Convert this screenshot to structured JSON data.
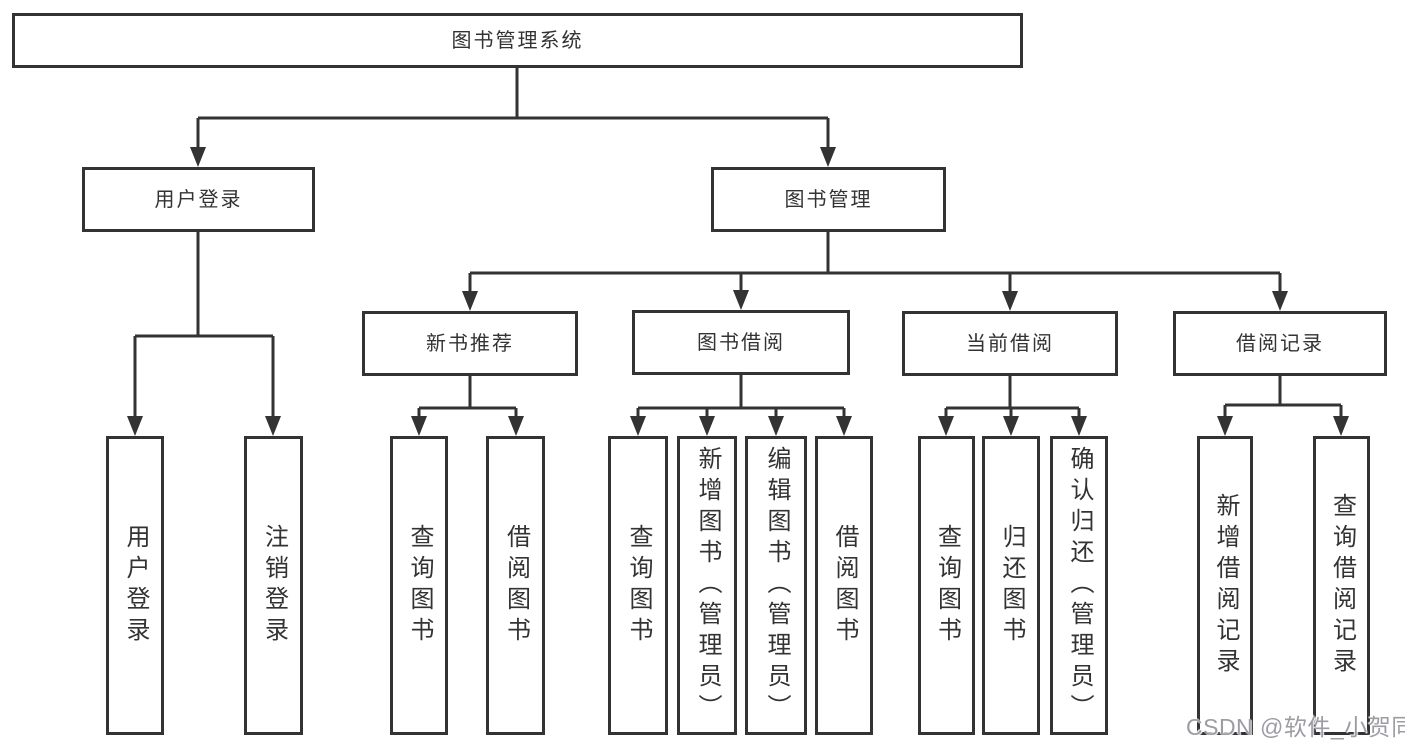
{
  "diagram": {
    "title": "图书管理系统",
    "nodes": {
      "root": {
        "label": "图书管理系统"
      },
      "user_login": {
        "label": "用户登录"
      },
      "book_mgmt": {
        "label": "图书管理"
      },
      "new_book_rec": {
        "label": "新书推荐"
      },
      "book_borrow": {
        "label": "图书借阅"
      },
      "current_borrow": {
        "label": "当前借阅"
      },
      "borrow_records": {
        "label": "借阅记录"
      },
      "login": {
        "label": "用户登录"
      },
      "logout": {
        "label": "注销登录"
      },
      "rec_query": {
        "label": "查询图书"
      },
      "rec_borrow": {
        "label": "借阅图书"
      },
      "bb_query": {
        "label": "查询图书"
      },
      "bb_add": {
        "label": "新增图书（管理员）"
      },
      "bb_edit": {
        "label": "编辑图书（管理员）"
      },
      "bb_borrow": {
        "label": "借阅图书"
      },
      "cb_query": {
        "label": "查询图书"
      },
      "cb_return": {
        "label": "归还图书"
      },
      "cb_confirm": {
        "label": "确认归还（管理员）"
      },
      "br_add": {
        "label": "新增借阅记录"
      },
      "br_query": {
        "label": "查询借阅记录"
      }
    },
    "edges": [
      [
        "root",
        "user_login"
      ],
      [
        "root",
        "book_mgmt"
      ],
      [
        "user_login",
        "login"
      ],
      [
        "user_login",
        "logout"
      ],
      [
        "book_mgmt",
        "new_book_rec"
      ],
      [
        "book_mgmt",
        "book_borrow"
      ],
      [
        "book_mgmt",
        "current_borrow"
      ],
      [
        "book_mgmt",
        "borrow_records"
      ],
      [
        "new_book_rec",
        "rec_query"
      ],
      [
        "new_book_rec",
        "rec_borrow"
      ],
      [
        "book_borrow",
        "bb_query"
      ],
      [
        "book_borrow",
        "bb_add"
      ],
      [
        "book_borrow",
        "bb_edit"
      ],
      [
        "book_borrow",
        "bb_borrow"
      ],
      [
        "current_borrow",
        "cb_query"
      ],
      [
        "current_borrow",
        "cb_return"
      ],
      [
        "current_borrow",
        "cb_confirm"
      ],
      [
        "borrow_records",
        "br_add"
      ],
      [
        "borrow_records",
        "br_query"
      ]
    ],
    "colors": {
      "line": "#333333",
      "box_border": "#333333",
      "text": "#333333",
      "background": "#ffffff",
      "watermark_text": "#9c9ca4"
    }
  },
  "watermark": "CSDN @软件_小贺同学"
}
